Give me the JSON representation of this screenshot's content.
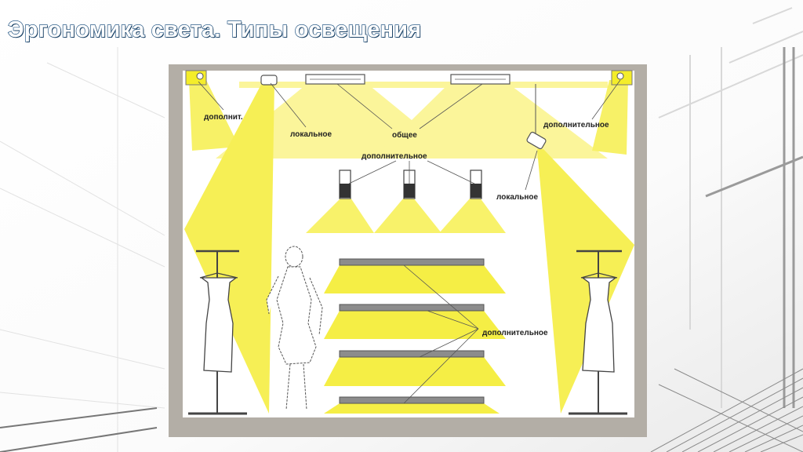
{
  "slide": {
    "title": "Эргономика света. Типы освещения"
  },
  "diagram": {
    "labels": {
      "top_left_additional": "дополнит.",
      "local_left": "локальное",
      "general": "общее",
      "additional_right": "дополнительное",
      "additional_wall": "дополнительное",
      "local_right": "локальное",
      "additional_shelves": "дополнительное"
    }
  },
  "colors": {
    "wall_frame": "#b3aea6",
    "room": "#ffffff",
    "light": "#f5ef3c",
    "title_outline": "#2e5e8a"
  }
}
